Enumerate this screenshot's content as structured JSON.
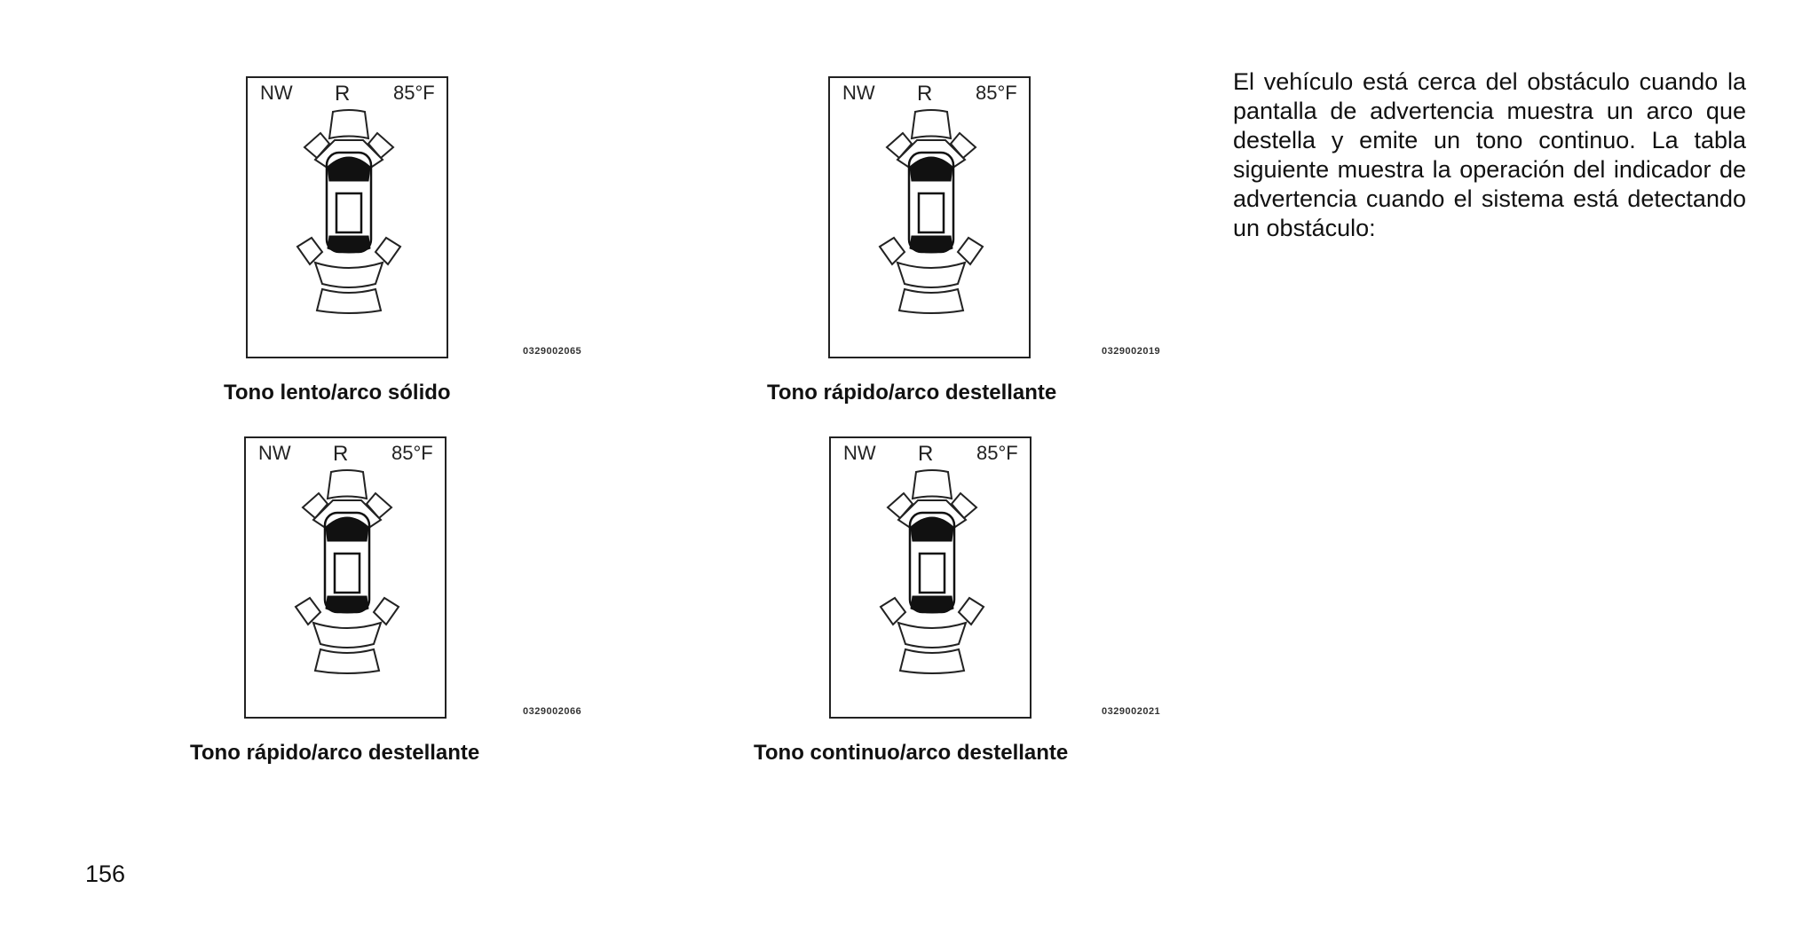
{
  "panels": [
    {
      "status_dir": "NW",
      "status_gear": "R",
      "status_temp": "85°F",
      "code": "0329002065",
      "caption": "Tono lento/arco sólido"
    },
    {
      "status_dir": "NW",
      "status_gear": "R",
      "status_temp": "85°F",
      "code": "0329002019",
      "caption": "Tono rápido/arco destellante"
    },
    {
      "status_dir": "NW",
      "status_gear": "R",
      "status_temp": "85°F",
      "code": "0329002066",
      "caption": "Tono rápido/arco destellante"
    },
    {
      "status_dir": "NW",
      "status_gear": "R",
      "status_temp": "85°F",
      "code": "0329002021",
      "caption": "Tono continuo/arco destellante"
    }
  ],
  "body_text": "El vehículo está cerca del obstáculo cuando la pantalla de advertencia muestra un arco que destella y emite un tono continuo. La tabla siguiente muestra la operación del indicador de advertencia cuando el sistema está detectando un obstáculo:",
  "page_number": "156"
}
